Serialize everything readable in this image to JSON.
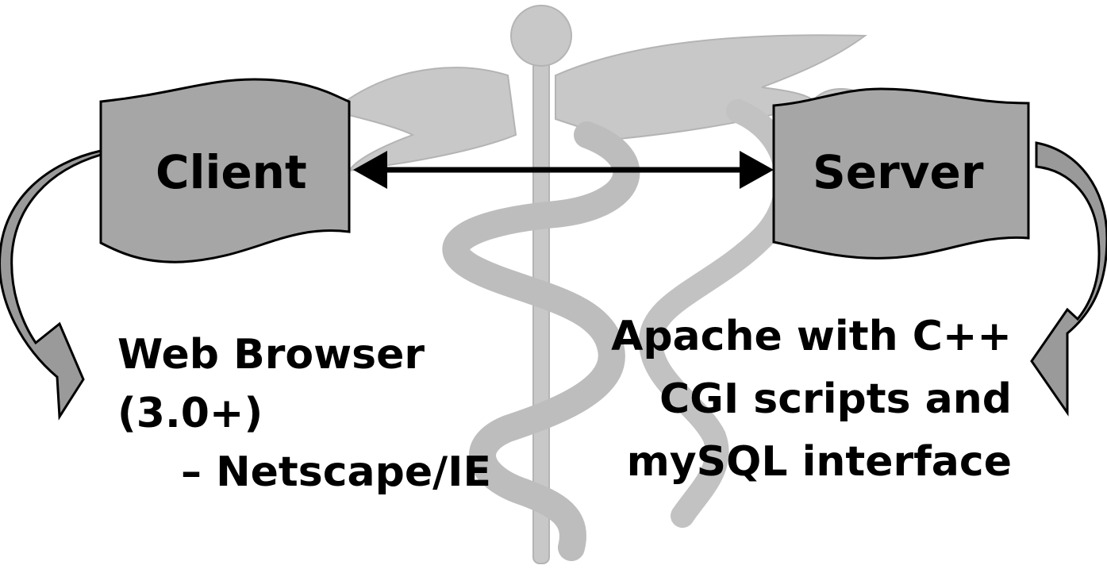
{
  "diagram": {
    "client": {
      "label": "Client",
      "description_lines": [
        "Web Browser",
        "(3.0+)",
        "– Netscape/IE"
      ]
    },
    "server": {
      "label": "Server",
      "description_lines": [
        "Apache with C++",
        "CGI scripts and",
        "mySQL interface"
      ]
    },
    "connector": "bidirectional-arrow",
    "background_icon": "caduceus-icon",
    "colors": {
      "box_fill": "#a6a6a6",
      "box_stroke": "#000000",
      "curved_arrow_fill": "#9a9a9a",
      "watermark": "#c4c4c4",
      "text": "#000000"
    }
  }
}
